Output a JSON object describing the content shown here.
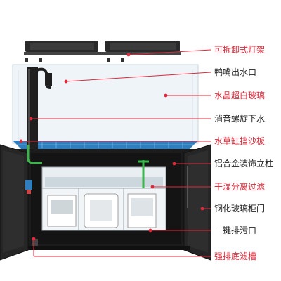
{
  "callouts": [
    {
      "text": "可拆卸式灯架",
      "tone": "red"
    },
    {
      "text": "鸭嘴出水口",
      "tone": "dark"
    },
    {
      "text": "水晶超白玻璃",
      "tone": "red"
    },
    {
      "text": "消音螺旋下水",
      "tone": "dark"
    },
    {
      "text": "水草缸挡沙板",
      "tone": "red"
    },
    {
      "text": "铝合金装饰立柱",
      "tone": "dark"
    },
    {
      "text": "干湿分离过滤",
      "tone": "red"
    },
    {
      "text": "钢化玻璃柜门",
      "tone": "dark"
    },
    {
      "text": "一键排污口",
      "tone": "dark"
    },
    {
      "text": "强排底滤槽",
      "tone": "red"
    }
  ],
  "colors": {
    "red": "#e0283a",
    "dark": "#222222",
    "cabinet": "#1c1c1c",
    "glass": "#eaf1f6",
    "water_tint": "#2f7fbf",
    "pipe_green": "#39b54a"
  }
}
